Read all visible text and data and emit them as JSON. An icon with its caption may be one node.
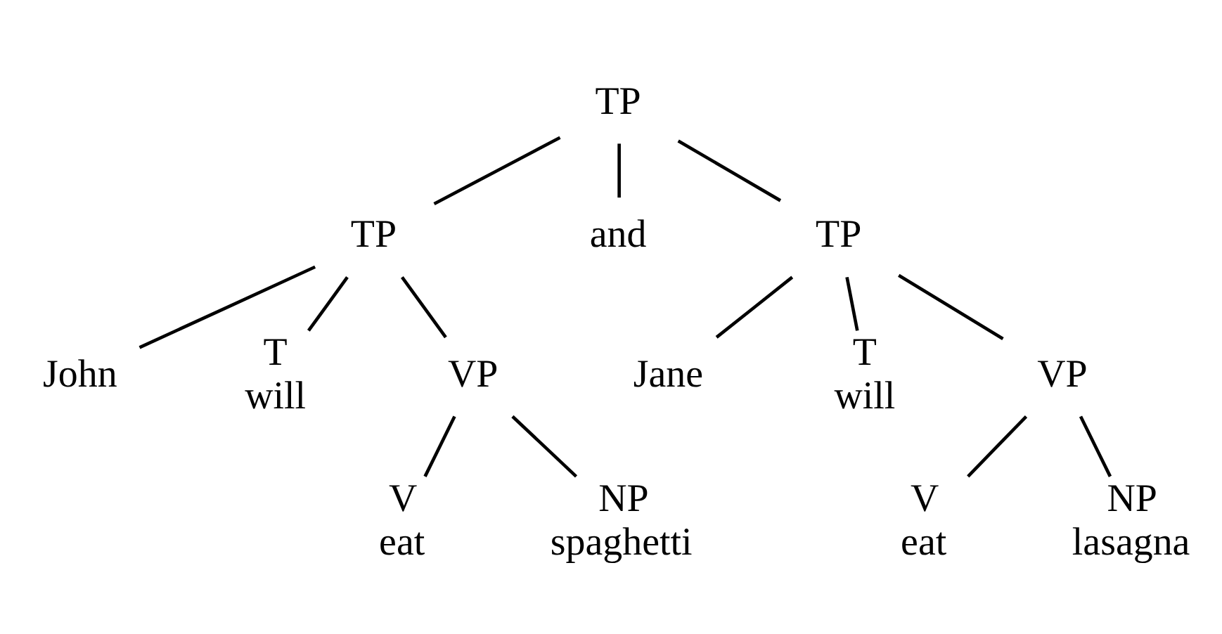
{
  "diagram": {
    "nodes": [
      {
        "text": [
          "TP"
        ]
      },
      {
        "text": [
          "TP"
        ]
      },
      {
        "text": [
          "and"
        ]
      },
      {
        "text": [
          "TP"
        ]
      },
      {
        "text": [
          "John"
        ]
      },
      {
        "text": [
          "T",
          "will"
        ]
      },
      {
        "text": [
          "VP"
        ]
      },
      {
        "text": [
          "Jane"
        ]
      },
      {
        "text": [
          "V",
          "eat"
        ]
      },
      {
        "text": [
          "NP",
          "spaghetti"
        ]
      },
      {
        "text": [
          "T",
          "will"
        ]
      },
      {
        "text": [
          "VP"
        ]
      },
      {
        "text": [
          "V",
          "eat"
        ]
      },
      {
        "text": [
          "NP",
          "lasagna"
        ]
      }
    ],
    "edges": [
      {
        "from": 0,
        "to": 1,
        "arrow": "none"
      },
      {
        "from": 0,
        "to": 2,
        "arrow": "none"
      },
      {
        "from": 0,
        "to": 3,
        "arrow": "none"
      },
      {
        "from": 1,
        "to": 4,
        "arrow": "none"
      },
      {
        "from": 1,
        "to": 5,
        "arrow": "none"
      },
      {
        "from": 1,
        "to": 6,
        "arrow": "none"
      },
      {
        "from": 6,
        "to": 8,
        "arrow": "none"
      },
      {
        "from": 6,
        "to": 9,
        "arrow": "none"
      },
      {
        "from": 3,
        "to": 7,
        "arrow": "none"
      },
      {
        "from": 3,
        "to": 10,
        "arrow": "none"
      },
      {
        "from": 3,
        "to": 11,
        "arrow": "none"
      },
      {
        "from": 11,
        "to": 12,
        "arrow": "none"
      },
      {
        "from": 11,
        "to": 13,
        "arrow": "none"
      }
    ]
  }
}
